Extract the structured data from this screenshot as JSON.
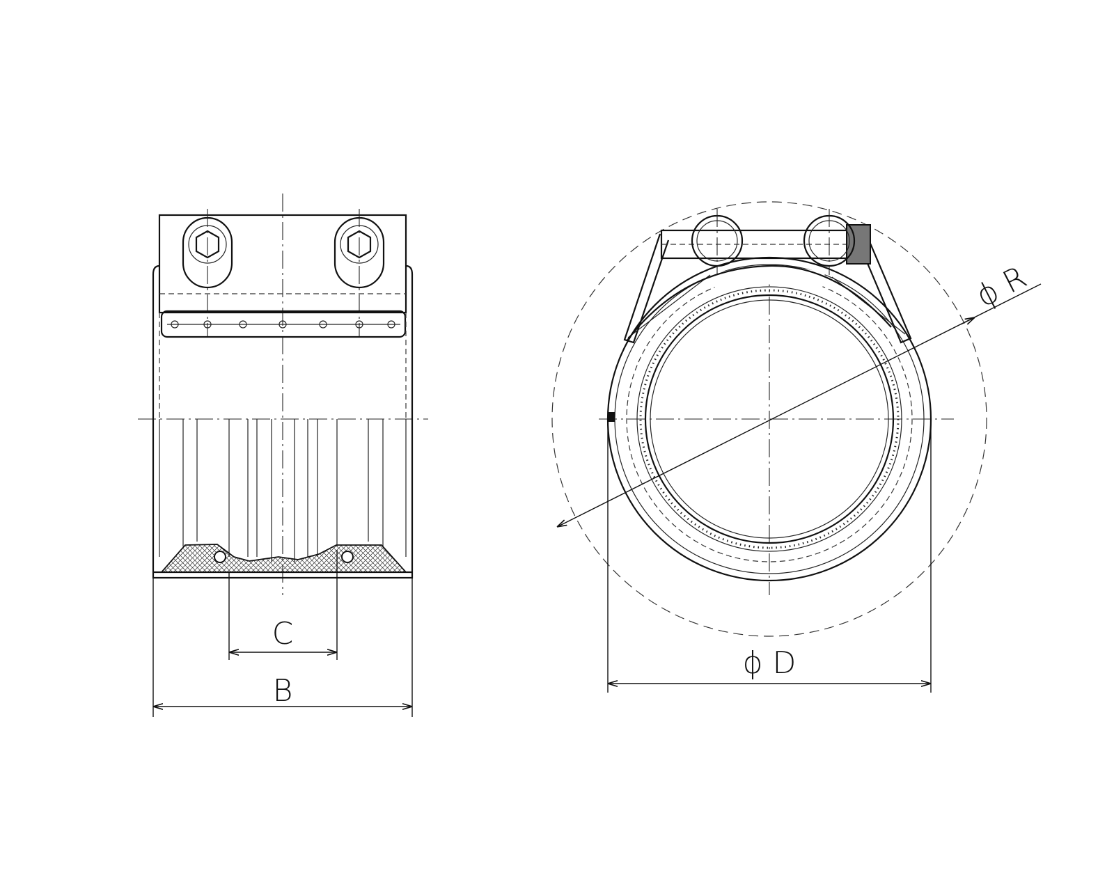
{
  "drawing": {
    "views": [
      "side-view",
      "end-view"
    ],
    "labels": {
      "C": "C",
      "B": "B",
      "D": "ϕ D",
      "R": "ϕ R"
    }
  },
  "colors": {
    "line": "#111111",
    "background": "#ffffff",
    "hatch": "#333333"
  }
}
